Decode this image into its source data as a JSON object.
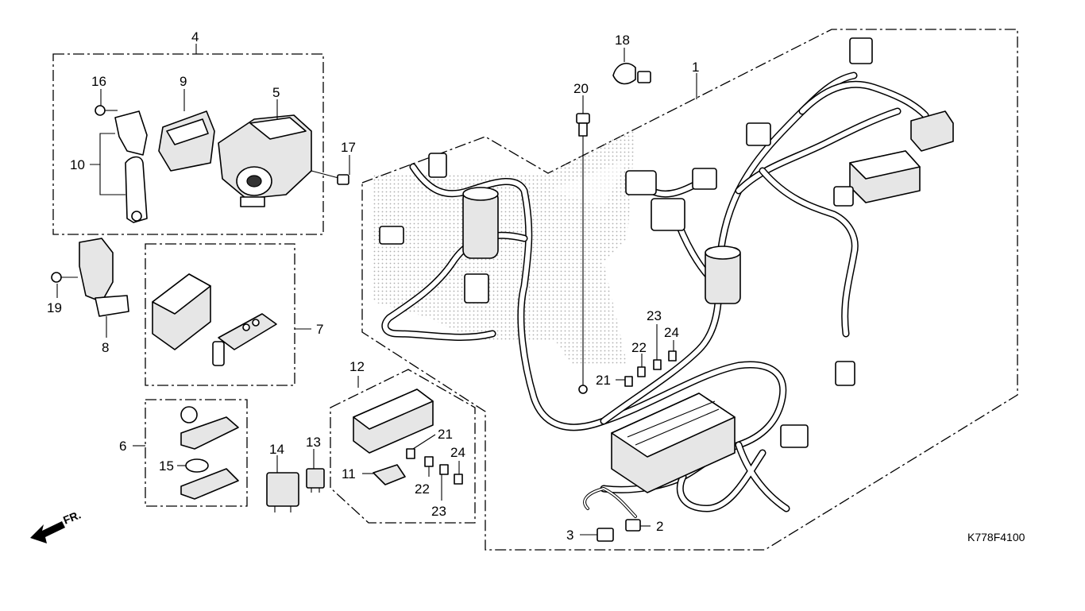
{
  "diagram_code": "K778F4100",
  "front_label": "FR.",
  "callouts": {
    "c1": "1",
    "c2": "2",
    "c3": "3",
    "c4": "4",
    "c5": "5",
    "c6": "6",
    "c7": "7",
    "c8": "8",
    "c9": "9",
    "c10": "10",
    "c11": "11",
    "c12": "12",
    "c13": "13",
    "c14": "14",
    "c15": "15",
    "c16": "16",
    "c17": "17",
    "c18": "18",
    "c19": "19",
    "c20": "20",
    "c21a": "21",
    "c21b": "21",
    "c22a": "22",
    "c22b": "22",
    "c23a": "23",
    "c23b": "23",
    "c24a": "24",
    "c24b": "24"
  },
  "colors": {
    "line": "#000000",
    "background": "#ffffff",
    "stipple": "#b3b3b3"
  }
}
